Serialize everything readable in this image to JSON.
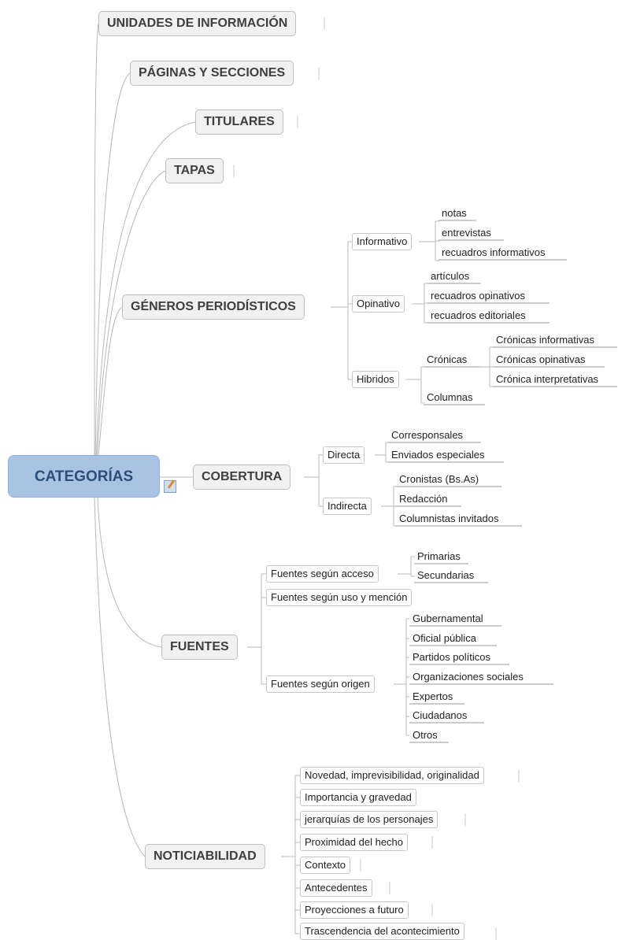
{
  "root": "CATEGORÍAS",
  "main": {
    "unidades": "UNIDADES DE INFORMACIÓN",
    "paginas": "PÁGINAS Y SECCIONES",
    "titulares": "TITULARES",
    "tapas": "TAPAS",
    "generos": "GÉNEROS PERIODÍSTICOS",
    "cobertura": "COBERTURA",
    "fuentes": "FUENTES",
    "noticiabilidad": "NOTICIABILIDAD"
  },
  "generos": {
    "informativo": "Informativo",
    "informativo_items": [
      "notas",
      "entrevistas",
      "recuadros informativos"
    ],
    "opinativo": "Opinativo",
    "opinativo_items": [
      "artículos",
      "recuadros opinativos",
      "recuadros editoriales"
    ],
    "hibridos": "Hibridos",
    "cronicas": "Crónicas",
    "cronicas_items": [
      "Crónicas informativas",
      "Crónicas opinativas",
      "Crónica interpretativas"
    ],
    "columnas": "Columnas"
  },
  "cobertura": {
    "directa": "Directa",
    "directa_items": [
      "Corresponsales",
      "Enviados especiales"
    ],
    "indirecta": "Indirecta",
    "indirecta_items": [
      "Cronistas (Bs.As)",
      "Redacción",
      "Columnistas invitados"
    ]
  },
  "fuentes": {
    "acceso": "Fuentes según acceso",
    "acceso_items": [
      "Primarias",
      "Secundarias"
    ],
    "uso": "Fuentes según uso y mención",
    "origen": "Fuentes según origen",
    "origen_items": [
      "Gubernamental",
      "Oficial pública",
      "Partidos políticos",
      "Organizaciones sociales",
      "Expertos",
      "Ciudadanos",
      "Otros"
    ]
  },
  "noticiabilidad": {
    "items": [
      "Novedad, imprevisibilidad, originalidad",
      "Importancia y gravedad",
      "jerarquías de los personajes",
      "Proximidad del hecho",
      "Contexto",
      "Antecedentes",
      "Proyecciones a futuro",
      "Trascendencia del acontecimiento"
    ]
  },
  "colors": {
    "root_fill": "#a9c3e2",
    "main_fill": "#f1f1f1",
    "line": "#b3b3b3"
  },
  "icons": {
    "note": "note-icon"
  }
}
